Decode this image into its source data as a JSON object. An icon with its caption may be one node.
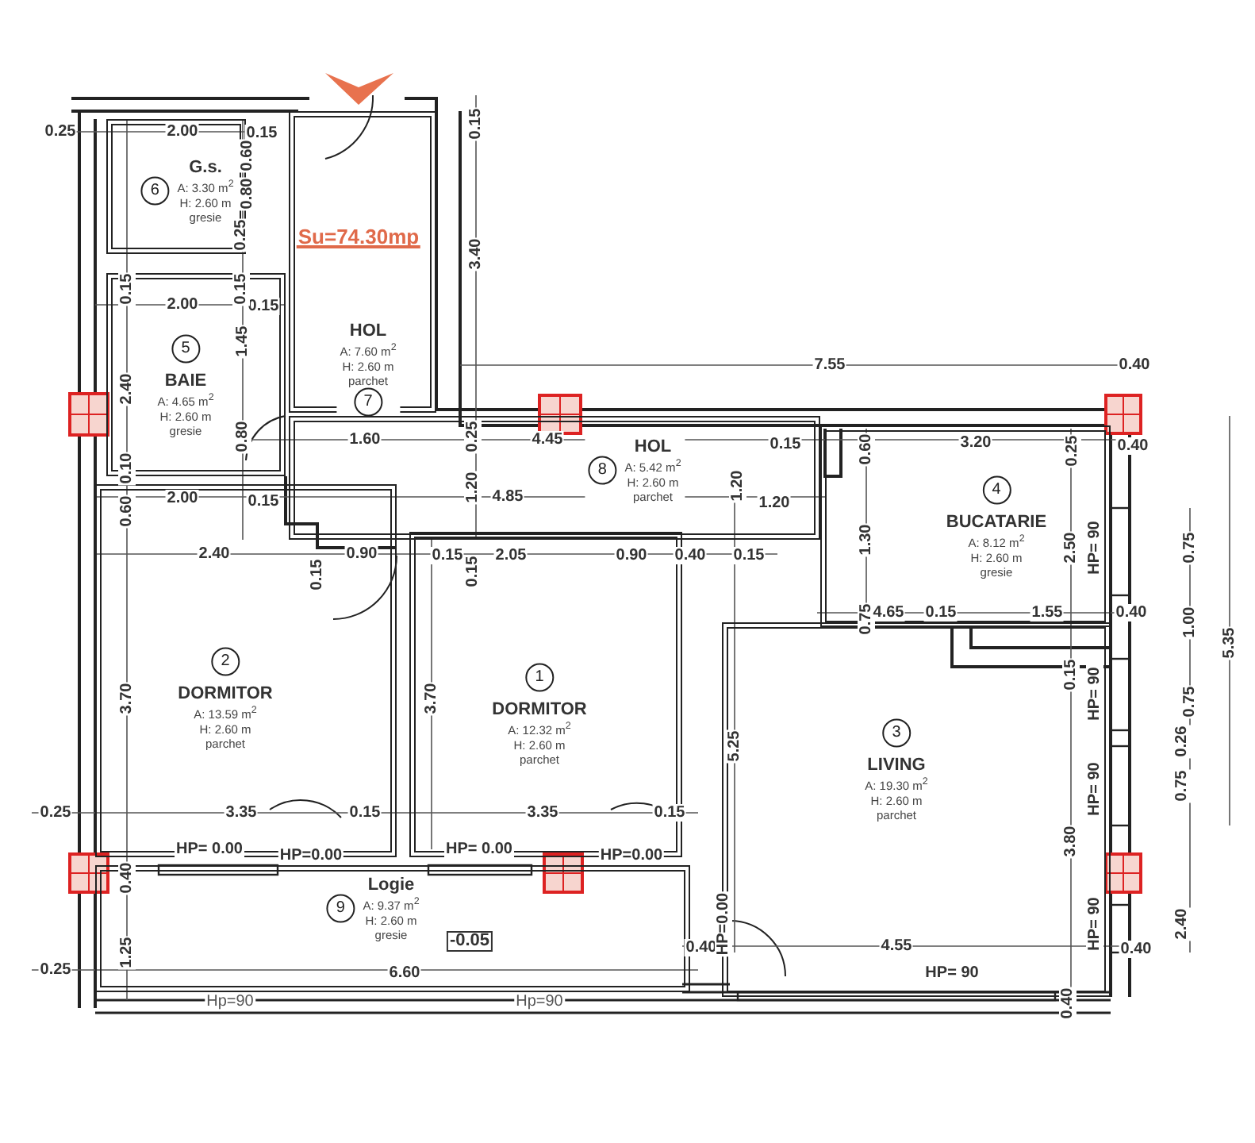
{
  "diagram": {
    "nodes": [
      {
        "text": [
          "6",
          "G.s.",
          "A: 3.30 m$^{2}$",
          "H: 2.60 m",
          "gresie"
        ]
      },
      {
        "text": [
          "HOL",
          "A: 7.60 m$^{2}$",
          "H: 2.60 m",
          "parchet",
          "7"
        ]
      },
      {
        "text": [
          "5",
          "BAIE",
          "A: 4.65 m$^{2}$",
          "H: 2.60 m",
          "gresie"
        ]
      },
      {
        "text": [
          "8",
          "HOL",
          "A: 5.42 m$^{2}$",
          "H: 2.60 m",
          "parchet"
        ]
      },
      {
        "text": [
          "4",
          "BUCATARIE",
          "A: 8.12 m$^{2}$",
          "H: 2.60 m",
          "gresie"
        ]
      },
      {
        "text": [
          "2",
          "DORMITOR",
          "A: 13.59 m$^{2}$",
          "H: 2.60 m",
          "parchet"
        ]
      },
      {
        "text": [
          "1",
          "DORMITOR",
          "A: 12.32 m$^{2}$",
          "H: 2.60 m",
          "parchet"
        ]
      },
      {
        "text": [
          "3",
          "LIVING",
          "A: 19.30 m$^{2}$",
          "H: 2.60 m",
          "parchet"
        ]
      },
      {
        "text": [
          "9",
          "Logie",
          "A: 9.37 m$^{2}$",
          "H: 2.60 m",
          "gresie"
        ]
      }
    ],
    "labels": [
      "Su=74.30mp",
      "0.25",
      "2.00",
      "0.15",
      "0.60",
      "0.80",
      "0.25",
      "0.15",
      "3.40",
      "0.15",
      "2.00",
      "0.15",
      "0.15",
      "1.45",
      "2.40",
      "0.80",
      "0.10",
      "1.60",
      "0.25",
      "7.55",
      "0.40",
      "4.45",
      "0.15",
      "3.20",
      "0.25",
      "0.40",
      "0.60",
      "1.20",
      "4.85",
      "1.20",
      "1.20",
      "2.00",
      "0.15",
      "0.60",
      "1.30",
      "2.50",
      "2.40",
      "0.15",
      "0.90",
      "0.15",
      "0.15",
      "2.05",
      "0.90",
      "0.40",
      "0.15",
      "0.75",
      "4.65",
      "0.15",
      "1.55",
      "0.40",
      "HP= 90",
      "0.75",
      "1.00",
      "0.75",
      "5.35",
      "0.15",
      "HP= 90",
      "3.70",
      "3.70",
      "5.25",
      "0.26",
      "HP= 90",
      "0.75",
      "3.80",
      "0.25",
      "3.35",
      "0.15",
      "3.35",
      "0.15",
      "HP= 0.00",
      "HP=0.00",
      "HP= 0.00",
      "HP=0.00",
      "0.40",
      "2.40",
      "HP= 90",
      "0.40",
      "HP=0.00",
      "4.55",
      "0.40",
      "HP= 90",
      "1.25",
      "-0.05",
      "0.25",
      "6.60",
      "Hp=90",
      "Hp=90",
      "0.40"
    ]
  }
}
